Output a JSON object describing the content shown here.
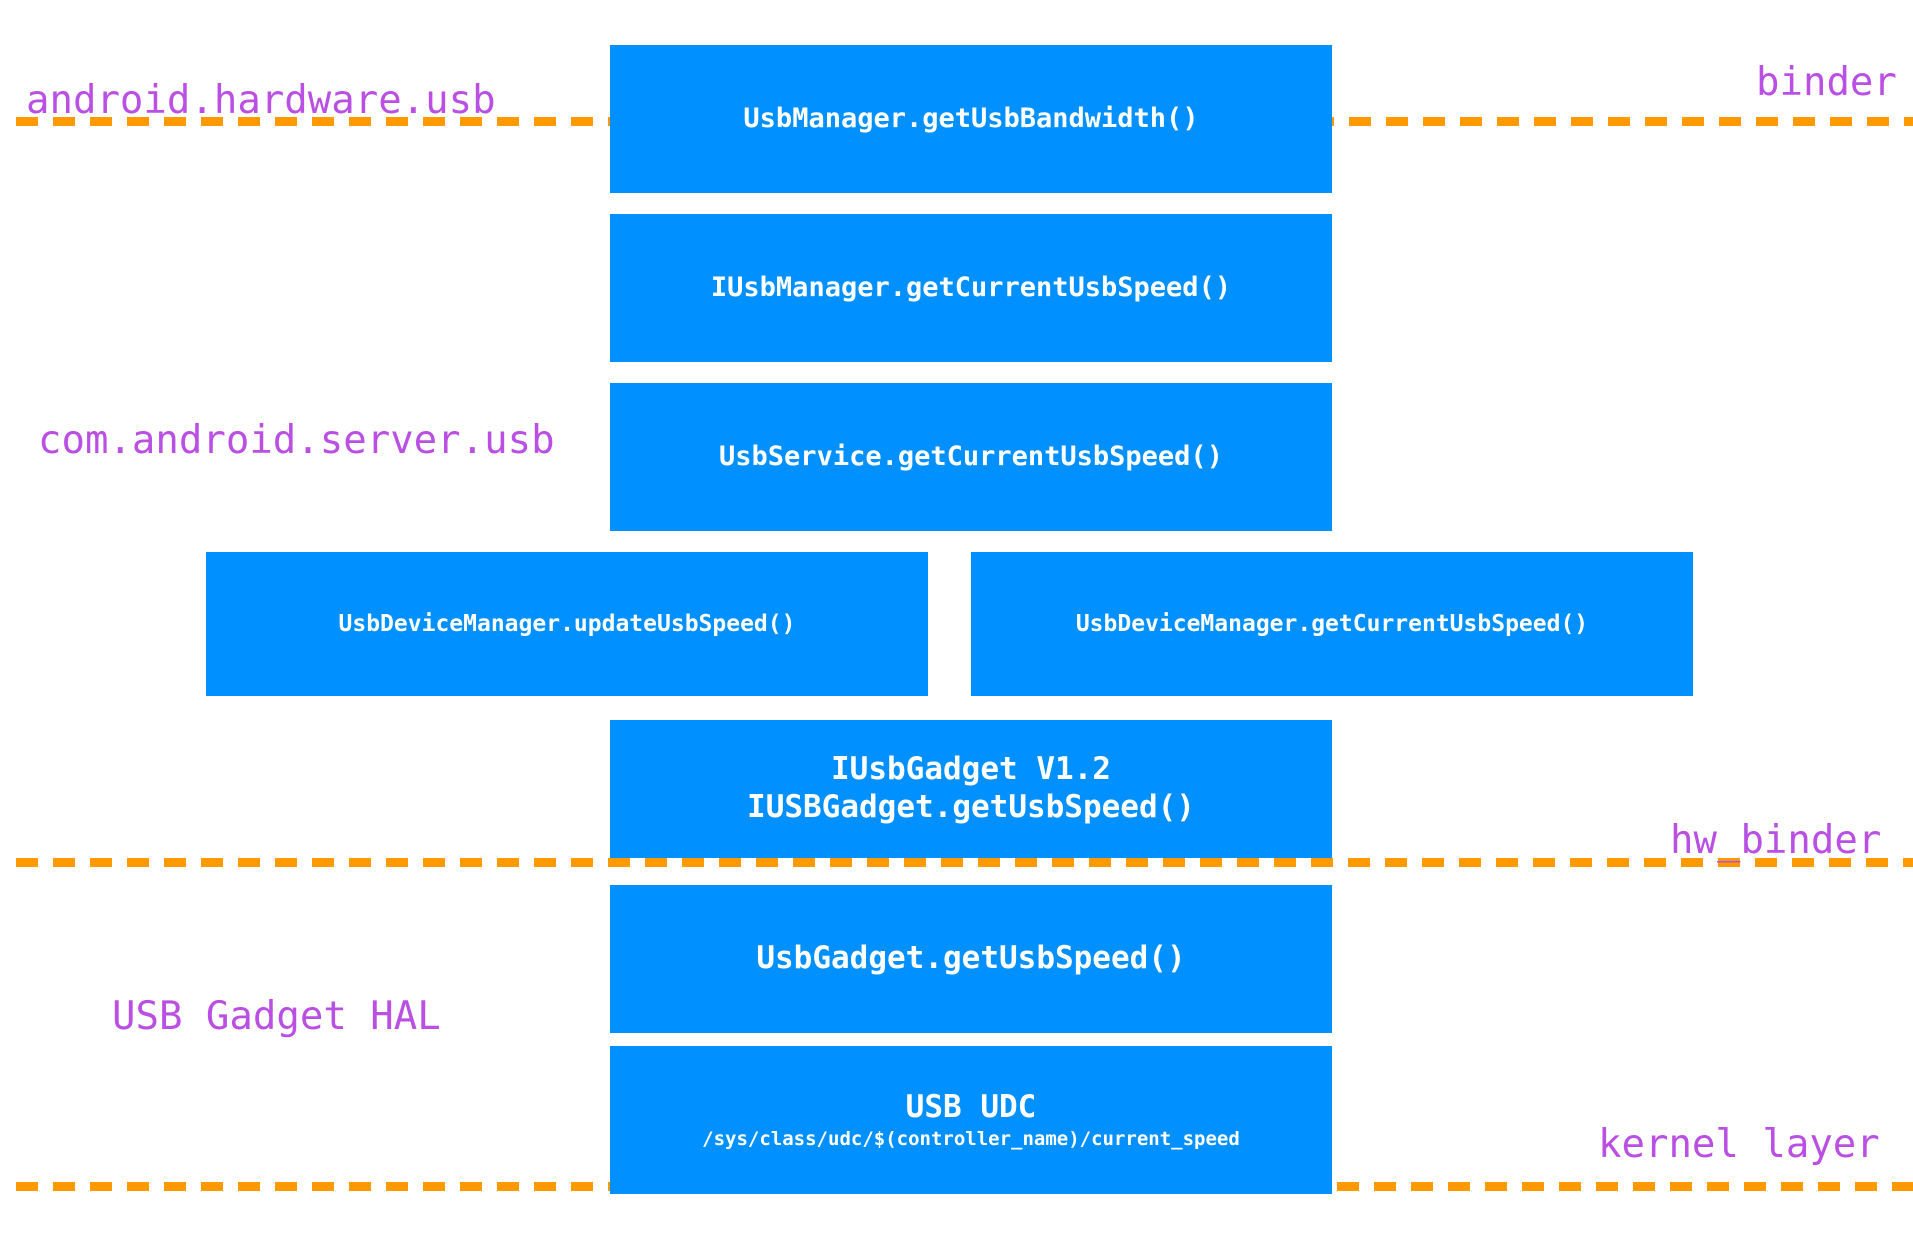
{
  "diagram": {
    "title": "Android USB speed query call stack",
    "colors": {
      "box_fill": "#0090ff",
      "box_text": "#ffffff",
      "layer_label": "#b94fe3",
      "divider": "#ff9900",
      "background": "#ffffff"
    },
    "boxes": [
      {
        "id": "usbmanager",
        "line1": "UsbManager.getUsbBandwidth()",
        "line2": ""
      },
      {
        "id": "iusbmanager",
        "line1": "IUsbManager.getCurrentUsbSpeed()",
        "line2": ""
      },
      {
        "id": "usbservice",
        "line1": "UsbService.getCurrentUsbSpeed()",
        "line2": ""
      },
      {
        "id": "usbdevicemanager-update",
        "line1": "UsbDeviceManager.updateUsbSpeed()",
        "line2": ""
      },
      {
        "id": "usbdevicemanager-get",
        "line1": "UsbDeviceManager.getCurrentUsbSpeed()",
        "line2": ""
      },
      {
        "id": "iusbgadget",
        "line1": "IUsbGadget V1.2",
        "line2": "IUSBGadget.getUsbSpeed()"
      },
      {
        "id": "usbgadget",
        "line1": "UsbGadget.getUsbSpeed()",
        "line2": ""
      },
      {
        "id": "usb-udc",
        "line1": "USB UDC",
        "line2": "/sys/class/udc/$(controller_name)/current_speed"
      }
    ],
    "layer_labels": [
      {
        "id": "android-hardware-usb",
        "text": "android.hardware.usb"
      },
      {
        "id": "binder",
        "text": "binder"
      },
      {
        "id": "com-android-server-usb",
        "text": "com.android.server.usb"
      },
      {
        "id": "hw-binder",
        "text": "hw_binder"
      },
      {
        "id": "usb-gadget-hal",
        "text": "USB Gadget HAL"
      },
      {
        "id": "kernel-layer",
        "text": "kernel layer"
      }
    ]
  }
}
